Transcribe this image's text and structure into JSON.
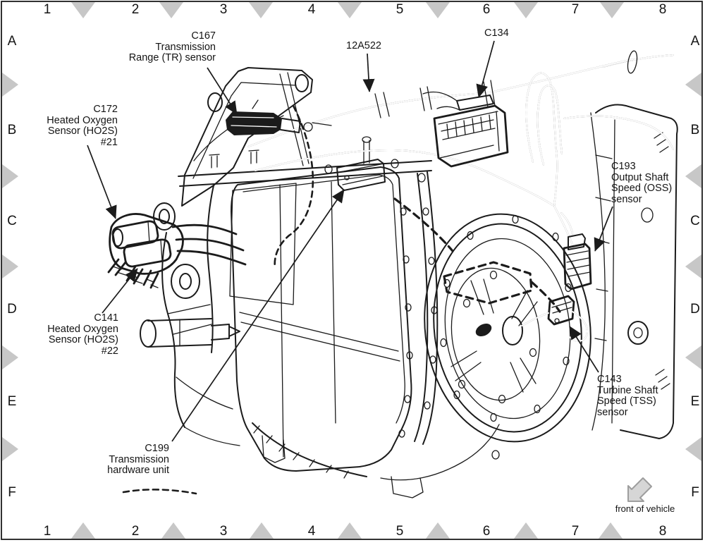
{
  "grid": {
    "columns": [
      "1",
      "2",
      "3",
      "4",
      "5",
      "6",
      "7",
      "8"
    ],
    "rows": [
      "A",
      "B",
      "C",
      "D",
      "E",
      "F"
    ]
  },
  "callouts": {
    "c167": [
      "C167",
      "Transmission",
      "Range (TR) sensor"
    ],
    "h12a522": [
      "12A522"
    ],
    "c134": [
      "C134"
    ],
    "c172": [
      "C172",
      "Heated Oxygen",
      "Sensor (HO2S)",
      "#21"
    ],
    "c141": [
      "C141",
      "Heated Oxygen",
      "Sensor (HO2S)",
      "#22"
    ],
    "c193": [
      "C193",
      "Output Shaft",
      "Speed (OSS)",
      "sensor"
    ],
    "c143": [
      "C143",
      "Turbine Shaft",
      "Speed (TSS)",
      "sensor"
    ],
    "c199": [
      "C199",
      "Transmission",
      "hardware unit"
    ]
  },
  "footer": {
    "front_of_vehicle": "front of vehicle"
  },
  "colors": {
    "background": "#ffffff",
    "line_art": "#1b1b1b",
    "grid_diamond_gray": "#c7c7c7",
    "front_arrow_fill": "#d6d6d6",
    "front_arrow_stroke": "#9e9e9e"
  }
}
